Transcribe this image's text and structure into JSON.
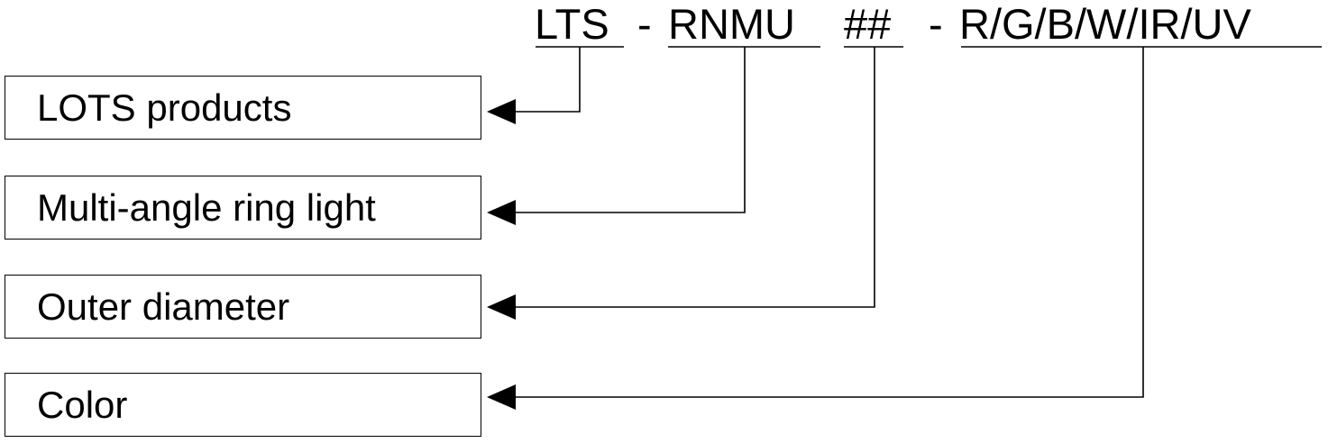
{
  "model_code": {
    "segments": [
      {
        "text": "LTS",
        "underlined": true
      },
      {
        "text": "-",
        "underlined": false
      },
      {
        "text": "RNMU",
        "underlined": true
      },
      {
        "text": "##",
        "underlined": true
      },
      {
        "text": "-",
        "underlined": false
      },
      {
        "text": "R/G/B/W/IR/UV",
        "underlined": true
      }
    ]
  },
  "labels": [
    {
      "text": "LOTS products",
      "links_to": "LTS"
    },
    {
      "text": "Multi-angle ring light",
      "links_to": "RNMU"
    },
    {
      "text": "Outer diameter",
      "links_to": "##"
    },
    {
      "text": "Color",
      "links_to": "R/G/B/W/IR/UV"
    }
  ]
}
